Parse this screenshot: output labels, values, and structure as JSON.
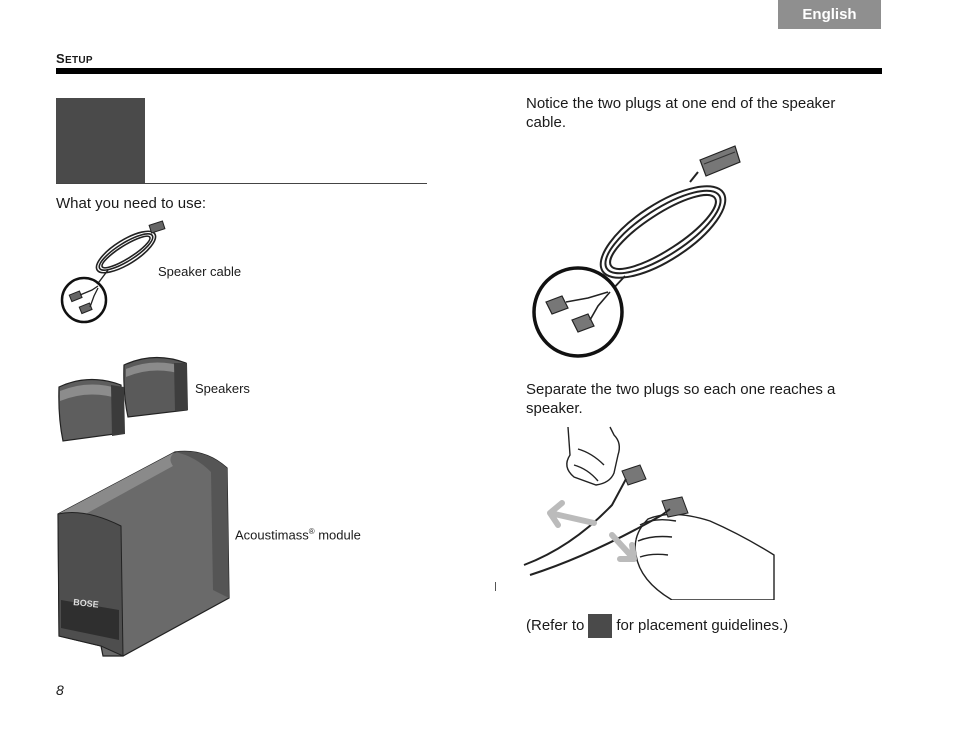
{
  "header": {
    "language_tab": "English",
    "section_title_first": "S",
    "section_title_rest": "ETUP"
  },
  "left": {
    "intro": "What you need to use:",
    "items": {
      "cable": "Speaker cable",
      "speakers": "Speakers",
      "module_name": "Acoustimass",
      "module_reg": "®",
      "module_suffix": " module"
    }
  },
  "right": {
    "para1": "Notice the two plugs at one end of the speaker cable.",
    "para2": "Separate the two plugs so each one reaches a speaker.",
    "refer_prefix": "(Refer to",
    "refer_suffix": "for placement guidelines.)"
  },
  "footer": {
    "page_number": "8"
  },
  "colors": {
    "dark_box": "#4a4a4a",
    "tab_gray": "#8f8f8f"
  }
}
